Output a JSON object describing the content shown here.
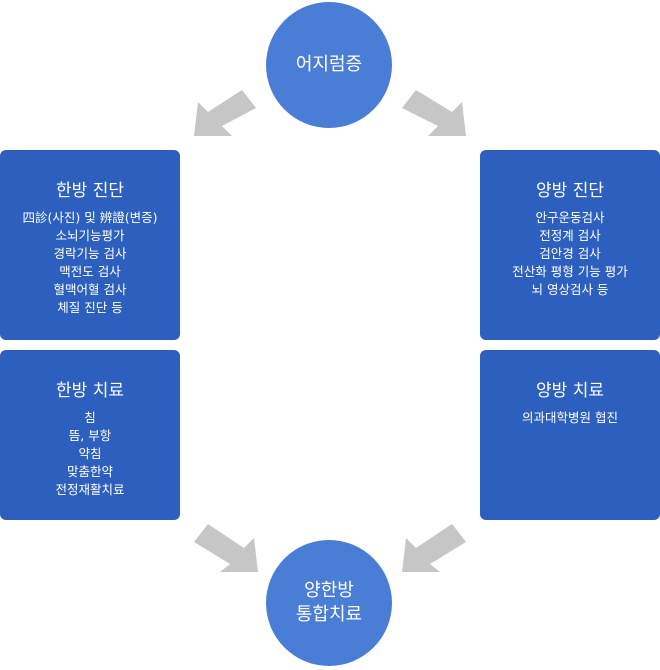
{
  "center_top": {
    "label": "어지럼증"
  },
  "center_bottom": {
    "lines": [
      "양한방",
      "통합치료"
    ]
  },
  "korean_diagnosis": {
    "title": "한방 진단",
    "items": [
      "四診(사진) 및 辨證(변증)",
      "소뇌기능평가",
      "경락기능 검사",
      "맥전도 검사",
      "혈맥어혈 검사",
      "체질 진단 등"
    ]
  },
  "western_diagnosis": {
    "title": "양방 진단",
    "items": [
      "안구운동검사",
      "전정계 검사",
      "검안경 검사",
      "전산화 평형 기능 평가",
      "뇌 영상검사 등"
    ]
  },
  "korean_treatment": {
    "title": "한방 치료",
    "items": [
      "침",
      "뜸, 부항",
      "약침",
      "맞춤한약",
      "전정재활치료"
    ]
  },
  "western_treatment": {
    "title": "양방 치료",
    "items": [
      "의과대학병원 협진"
    ]
  },
  "colors": {
    "circle": "#4a7ed6",
    "box": "#2d5fbf",
    "arrow": "#c6c6c6"
  }
}
